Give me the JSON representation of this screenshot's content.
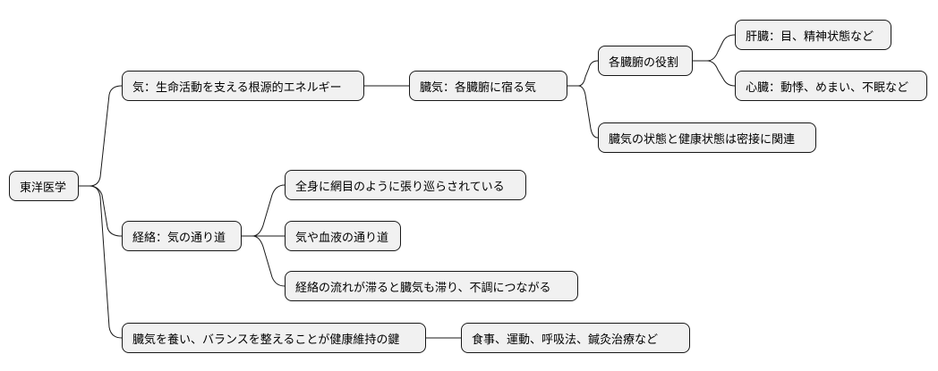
{
  "diagram": {
    "root": "東洋医学",
    "nodes": {
      "ki": "気：生命活動を支える根源的エネルギー",
      "zoki": "臓気：各臓腑に宿る気",
      "role": "各臓腑の役割",
      "liver": "肝臓：目、精神状態など",
      "heart": "心臓：動悸、めまい、不眠など",
      "zoki_health": "臓気の状態と健康状態は密接に関連",
      "keiraku": "経絡：気の通り道",
      "net": "全身に網目のように張り巡らされている",
      "blood": "気や血液の通り道",
      "stag": "経絡の流れが滞ると臓気も滞り、不調につながる",
      "nourish": "臓気を養い、バランスを整えることが健康維持の鍵",
      "methods": "食事、運動、呼吸法、鍼灸治療など"
    }
  }
}
